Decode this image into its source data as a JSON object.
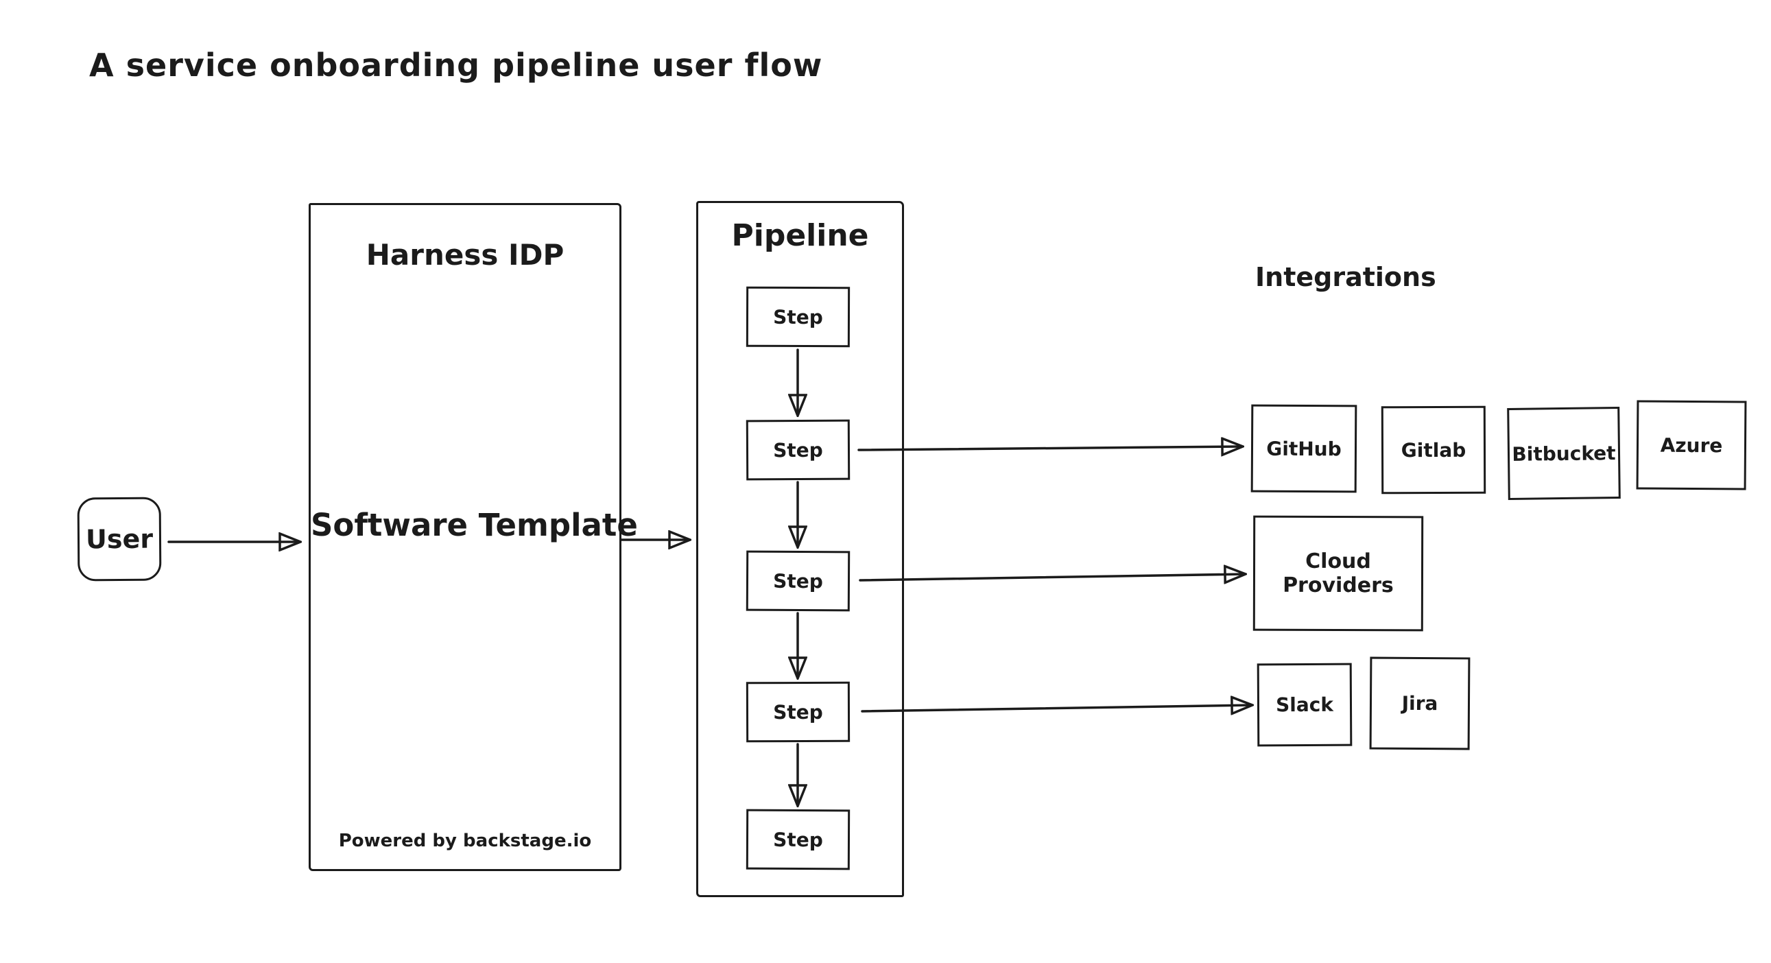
{
  "title": "A service onboarding pipeline user flow",
  "colors": {
    "ink": "#1b1b1b",
    "background": "#ffffff"
  },
  "nodes": {
    "user": {
      "label": "User"
    },
    "harness": {
      "title": "Harness IDP",
      "center_label": "Software Template",
      "footer": "Powered by backstage.io"
    },
    "pipeline": {
      "title": "Pipeline",
      "steps": [
        {
          "label": "Step"
        },
        {
          "label": "Step"
        },
        {
          "label": "Step"
        },
        {
          "label": "Step"
        },
        {
          "label": "Step"
        }
      ]
    },
    "integrations": {
      "heading": "Integrations",
      "scm": [
        {
          "label": "GitHub"
        },
        {
          "label": "Gitlab"
        },
        {
          "label": "Bitbucket"
        },
        {
          "label": "Azure"
        }
      ],
      "cloud": {
        "label": "Cloud Providers"
      },
      "tools": [
        {
          "label": "Slack"
        },
        {
          "label": "Jira"
        }
      ]
    }
  },
  "edges": [
    {
      "from": "user",
      "to": "software-template"
    },
    {
      "from": "software-template",
      "to": "pipeline"
    },
    {
      "from": "step-1",
      "to": "step-2"
    },
    {
      "from": "step-2",
      "to": "step-3"
    },
    {
      "from": "step-3",
      "to": "step-4"
    },
    {
      "from": "step-4",
      "to": "step-5"
    },
    {
      "from": "step-2",
      "to": "scm-row"
    },
    {
      "from": "step-3",
      "to": "cloud-providers"
    },
    {
      "from": "step-4",
      "to": "tools-row"
    }
  ]
}
